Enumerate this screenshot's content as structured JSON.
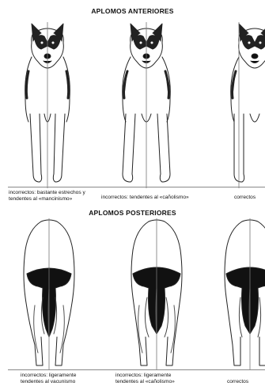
{
  "front_section": {
    "title": "APLOMOS ANTERIORES",
    "figures": [
      {
        "caption_line1": "incorrectos: bastante estrechos y",
        "caption_line2": "tendentes al «mancinismo»"
      },
      {
        "caption_line1": "incorrectos: tendentes al «cañolismo»",
        "caption_line2": ""
      },
      {
        "caption_line1": "correctos",
        "caption_line2": ""
      }
    ]
  },
  "rear_section": {
    "title": "APLOMOS POSTERIORES",
    "figures": [
      {
        "caption_line1": "incorrectos: ligeramente",
        "caption_line2": "tendentes al vacunismo"
      },
      {
        "caption_line1": "incorrectos: ligeramente",
        "caption_line2": "tendentes al «cañolismo»"
      },
      {
        "caption_line1": "correctos",
        "caption_line2": ""
      }
    ]
  }
}
